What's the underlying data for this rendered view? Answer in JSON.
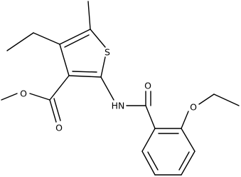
{
  "molecule": {
    "atoms": {
      "sulfur": "S",
      "ester_carbonyl_oxygen": "O",
      "ester_methoxy_oxygen": "O",
      "amide_nitrogen": "HN",
      "amide_carbonyl_oxygen": "O",
      "ether_oxygen": "O"
    }
  }
}
